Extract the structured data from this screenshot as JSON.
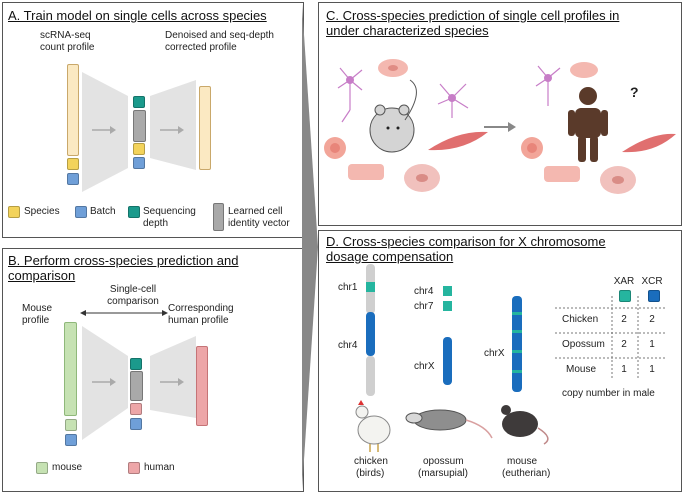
{
  "colors": {
    "species": "#f3d35b",
    "batch": "#6f9fd8",
    "seq_depth": "#1b9a8c",
    "identity": "#a9a9a9",
    "mouse": "#c6e2b3",
    "human": "#eda6a8",
    "count_profile": "#fbe9c2",
    "xar": "#25b59f",
    "xcr": "#1a6dbd"
  },
  "panelA": {
    "title": "A. Train model on single cells across species",
    "input_label": "scRNA-seq\ncount profile",
    "output_label": "Denoised and seq-depth\ncorrected profile",
    "legend": {
      "species": "Species",
      "batch": "Batch",
      "seq_depth": "Sequencing\ndepth",
      "identity": "Learned cell\nidentity vector"
    }
  },
  "panelB": {
    "title": "B. Perform cross-species prediction and\ncomparison",
    "compare_label": "Single-cell\ncomparison",
    "mouse_profile": "Mouse\nprofile",
    "human_profile": "Corresponding\nhuman profile",
    "legend": {
      "mouse": "mouse",
      "human": "human"
    }
  },
  "panelC": {
    "title": "C. Cross-species prediction of single cell profiles in\nunder characterized species",
    "question": "?"
  },
  "panelD": {
    "title": "D. Cross-species comparison for X chromosome\ndosage compensation",
    "chr1": "chr1",
    "chr4_chicken": "chr4",
    "chr4": "chr4",
    "chr7": "chr7",
    "chrX_opossum": "chrX",
    "chrX_mouse": "chrX",
    "table": {
      "headers": [
        "XAR",
        "XCR"
      ],
      "rows": [
        {
          "label": "Chicken",
          "values": [
            "2",
            "2"
          ]
        },
        {
          "label": "Opossum",
          "values": [
            "2",
            "1"
          ]
        },
        {
          "label": "Mouse",
          "values": [
            "1",
            "1"
          ]
        }
      ],
      "caption": "copy number in male"
    },
    "species": [
      {
        "name": "chicken",
        "group": "(birds)"
      },
      {
        "name": "opossum",
        "group": "(marsupial)"
      },
      {
        "name": "mouse",
        "group": "(eutherian)"
      }
    ]
  }
}
